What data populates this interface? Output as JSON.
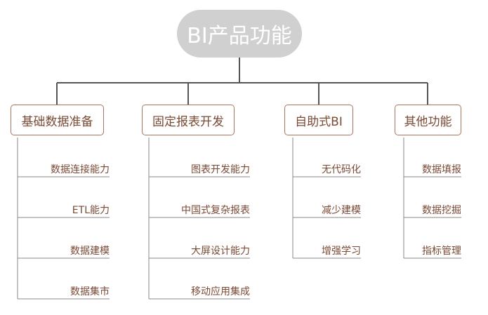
{
  "root": {
    "label": "BI产品功能"
  },
  "categories": [
    {
      "label": "基础数据准备",
      "items": [
        "数据连接能力",
        "ETL能力",
        "数据建模",
        "数据集市"
      ]
    },
    {
      "label": "固定报表开发",
      "items": [
        "图表开发能力",
        "中国式复杂报表",
        "大屏设计能力",
        "移动应用集成"
      ]
    },
    {
      "label": "自助式BI",
      "items": [
        "无代码化",
        "减少建模",
        "增强学习"
      ]
    },
    {
      "label": "其他功能",
      "items": [
        "数据填报",
        "数据挖掘",
        "指标管理"
      ]
    }
  ],
  "colors": {
    "root_fill": "#d0d0d0",
    "root_text": "#ffffff",
    "connector": "#555555",
    "box_border": "#a8755c",
    "text": "#7a4a35",
    "item_line": "#8a8a8a"
  }
}
